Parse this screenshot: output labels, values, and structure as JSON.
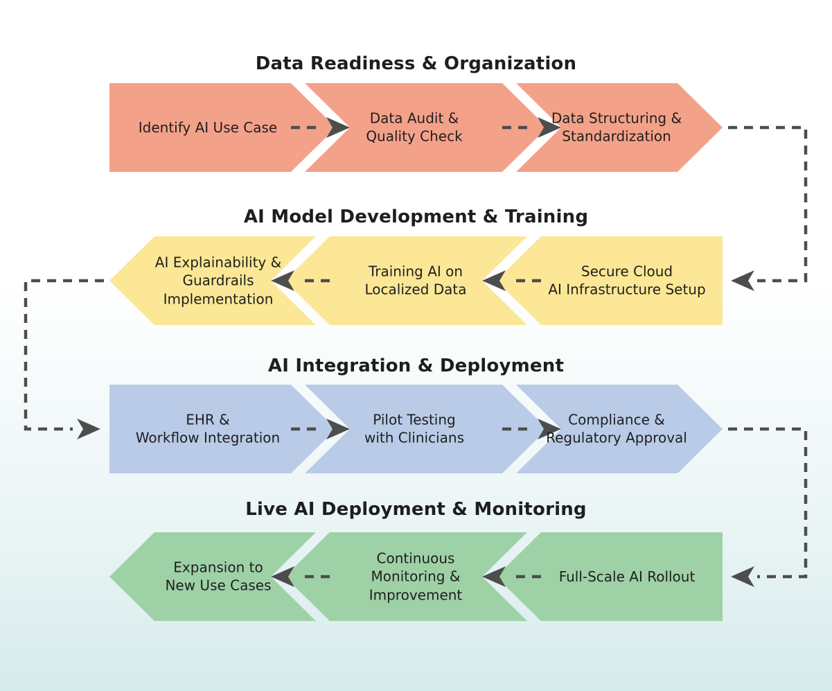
{
  "diagram": {
    "background_top": "#ffffff",
    "background_mid": "#edf6f7",
    "background_bottom": "#d6ebec",
    "connector_color": "#4d4d4d",
    "text_color": "#1e1e1e",
    "rows": [
      {
        "title": "Data Readiness & Organization",
        "direction": "right",
        "color": "#f4a189",
        "steps": [
          {
            "label": "Identify AI Use Case"
          },
          {
            "label": "Data Audit &\nQuality Check"
          },
          {
            "label": "Data Structuring &\nStandardization"
          }
        ]
      },
      {
        "title": "AI Model Development & Training",
        "direction": "left",
        "color": "#fbe795",
        "steps": [
          {
            "label": "Secure Cloud\nAI Infrastructure Setup"
          },
          {
            "label": "Training AI on\nLocalized Data"
          },
          {
            "label": "AI Explainability &\nGuardrails\nImplementation"
          }
        ]
      },
      {
        "title": "AI Integration & Deployment",
        "direction": "right",
        "color": "#b9cbe7",
        "steps": [
          {
            "label": "EHR &\nWorkflow Integration"
          },
          {
            "label": "Pilot Testing\nwith Clinicians"
          },
          {
            "label": "Compliance &\nRegulatory Approval"
          }
        ]
      },
      {
        "title": "Live AI Deployment & Monitoring",
        "direction": "left",
        "color": "#9fd1a6",
        "steps": [
          {
            "label": "Full-Scale AI Rollout"
          },
          {
            "label": "Continuous\nMonitoring &\nImprovement"
          },
          {
            "label": "Expansion to\nNew Use Cases"
          }
        ]
      }
    ]
  }
}
